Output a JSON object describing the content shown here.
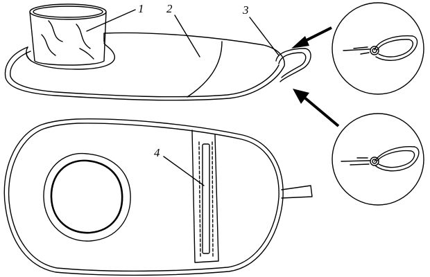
{
  "figure": {
    "labels": {
      "part1": "1",
      "part2": "2",
      "part3": "3",
      "part4": "4"
    },
    "ink_color": "#000000",
    "background_color": "#ffffff"
  }
}
